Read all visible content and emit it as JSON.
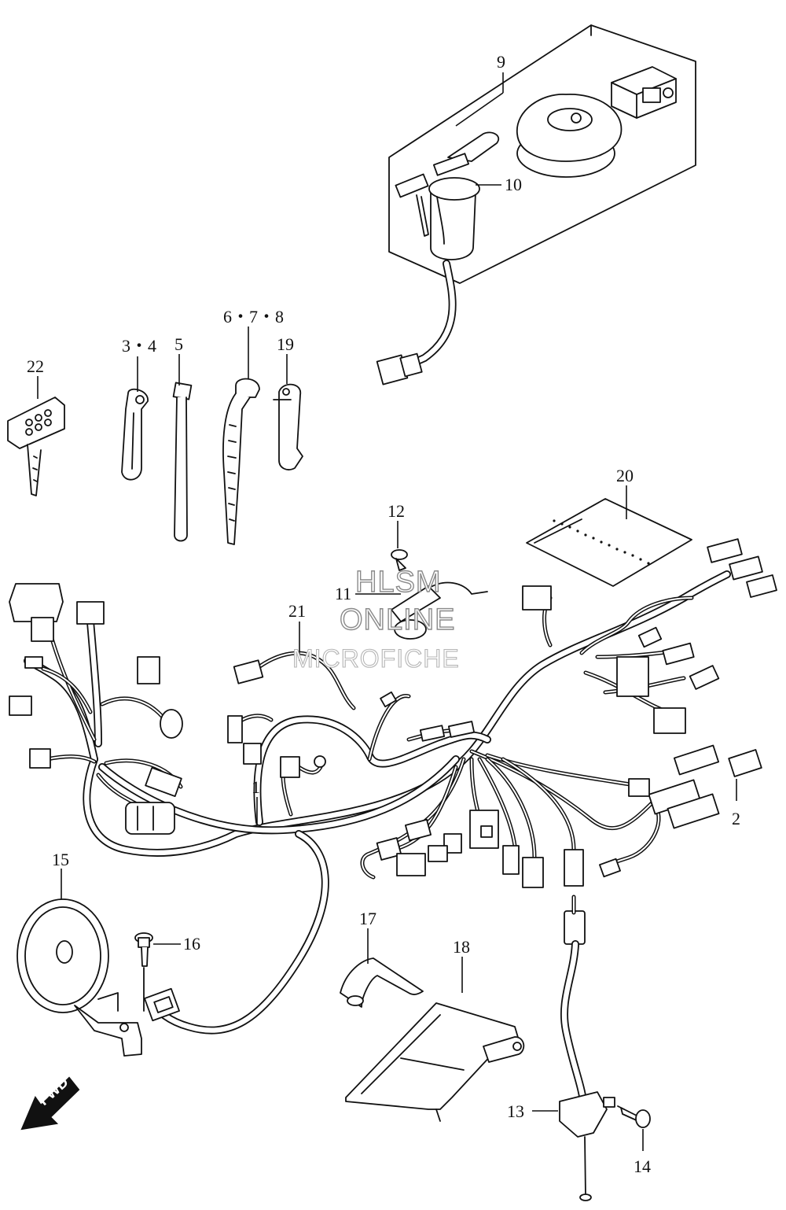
{
  "callouts": {
    "c1": "1",
    "c2": "2",
    "c34": "3・4",
    "c5": "5",
    "c678": "6・7・8",
    "c9": "9",
    "c10": "10",
    "c11": "11",
    "c12": "12",
    "c13": "13",
    "c14": "14",
    "c15": "15",
    "c16": "16",
    "c17": "17",
    "c18": "18",
    "c19": "19",
    "c20": "20",
    "c21": "21",
    "c22": "22"
  },
  "watermark": {
    "line1": "HLSM",
    "line2": "ONLINE",
    "line3": "MICROFICHE"
  },
  "direction_label": "FWD"
}
